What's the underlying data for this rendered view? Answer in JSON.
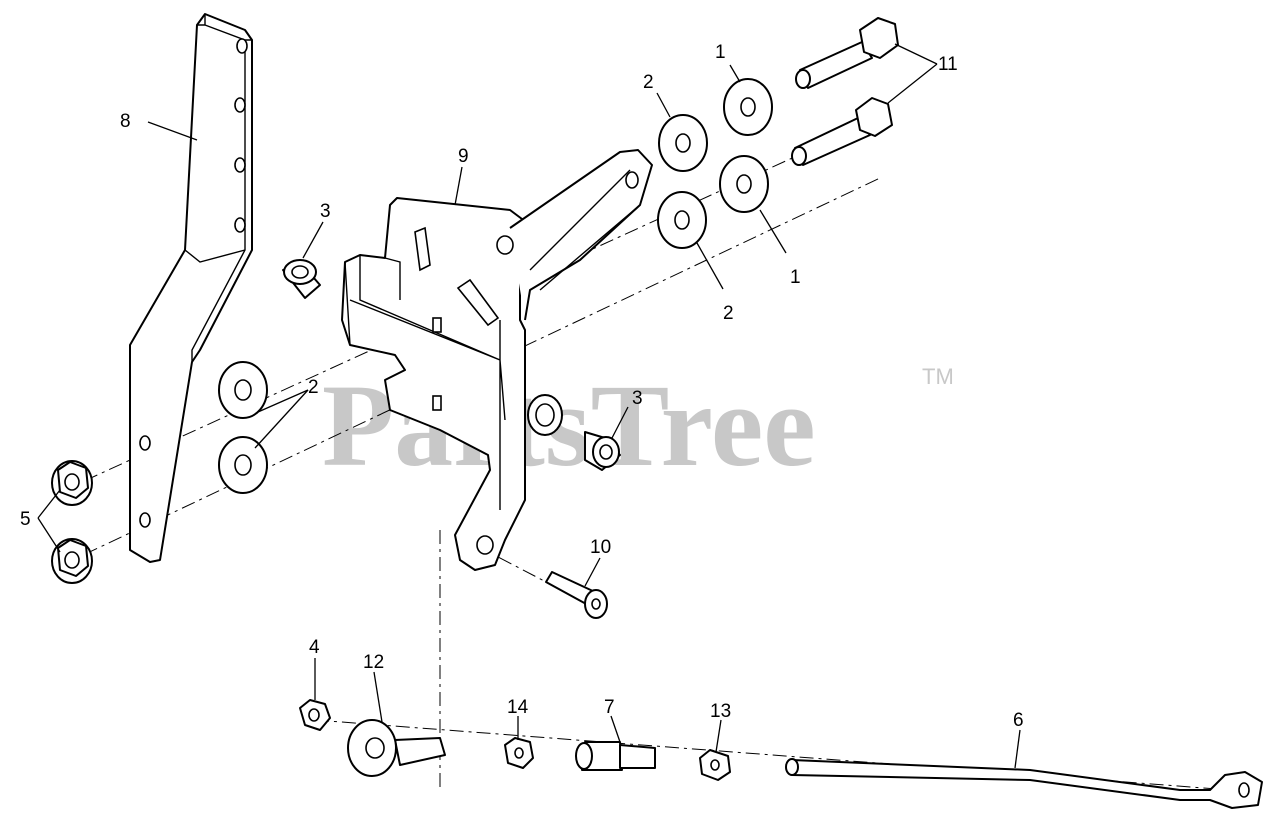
{
  "watermark": {
    "brand": "PartsTree",
    "trademark": "TM"
  },
  "callouts": {
    "c1a": "1",
    "c1b": "1",
    "c2a": "2",
    "c2b": "2",
    "c2c": "2",
    "c3a": "3",
    "c3b": "3",
    "c4": "4",
    "c5": "5",
    "c6": "6",
    "c7": "7",
    "c8": "8",
    "c9": "9",
    "c10": "10",
    "c11": "11",
    "c12": "12",
    "c13": "13",
    "c14": "14"
  }
}
